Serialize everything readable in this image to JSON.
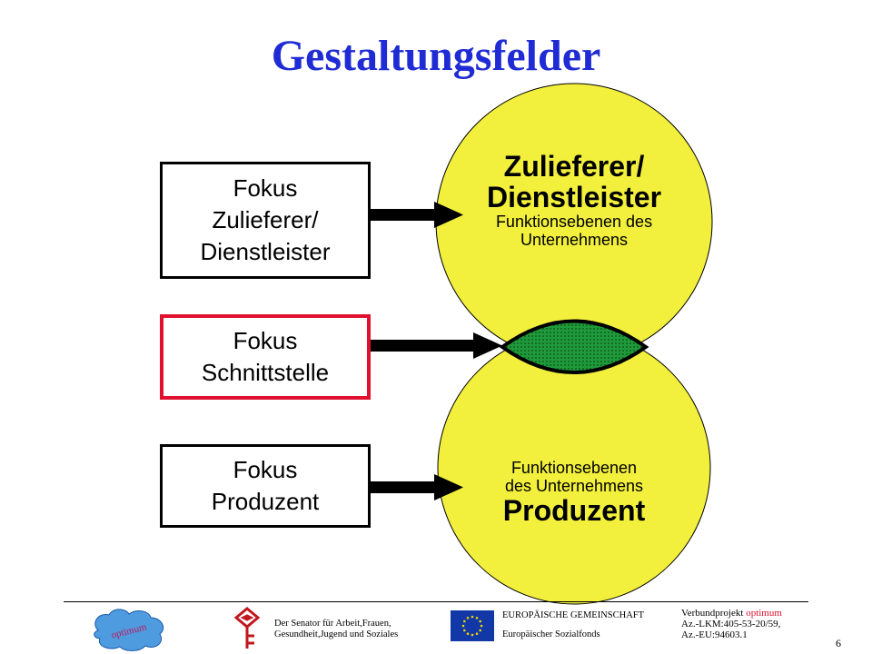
{
  "title": "Gestaltungsfelder",
  "boxes": [
    {
      "line1": "Fokus",
      "line2": "Zulieferer/",
      "line3": "Dienstleister"
    },
    {
      "line1": "Fokus",
      "line2": "Schnittstelle"
    },
    {
      "line1": "Fokus",
      "line2": "Produzent"
    }
  ],
  "top_circle": {
    "title1": "Zulieferer/",
    "title2": "Dienstleister",
    "sub1": "Funktionsebenen des",
    "sub2": "Unternehmens"
  },
  "bottom_circle": {
    "sub1": "Funktionsebenen",
    "sub2": "des Unternehmens",
    "title": "Produzent"
  },
  "colors": {
    "title": "#1f2bd4",
    "circle_fill": "#f2f03c",
    "overlap_fill": "#1f9a3a",
    "highlight_border": "#e0102f"
  },
  "footer": {
    "logo_text": "optimum",
    "senator_line1": "Der Senator für Arbeit,Frauen,",
    "senator_line2": "Gesundheit,Jugend und Soziales",
    "eu_line1": "EUROPÄISCHE GEMEINSCHAFT",
    "eu_line2": "Europäischer Sozialfonds",
    "project_prefix": "Verbundprojekt ",
    "project_name": "optimum",
    "az1": "Az.-LKM:405-53-20/59,",
    "az2": "Az.-EU:94603.1",
    "page_number": "6"
  }
}
